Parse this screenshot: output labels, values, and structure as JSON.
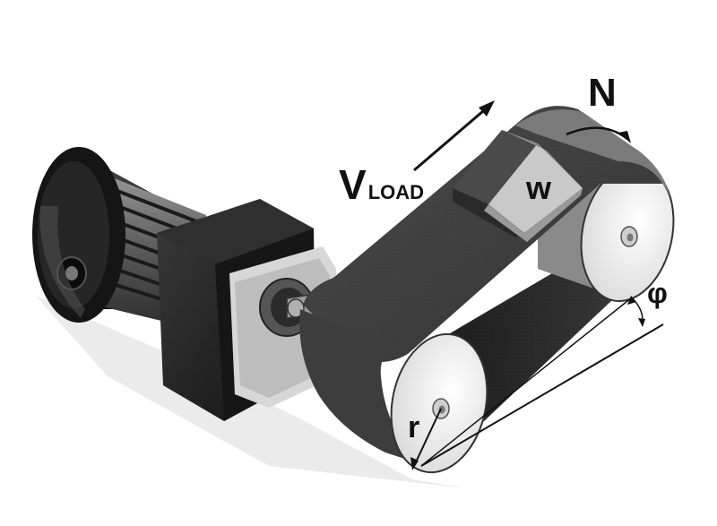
{
  "labels": {
    "speed_main": "V",
    "speed_sub": "LOAD",
    "rotation": "N",
    "weight": "w",
    "radius": "r",
    "angle": "φ"
  },
  "icons": {
    "speed": "arrow-icon",
    "rotation": "curved-arrow-icon"
  },
  "colors": {
    "belt": "#3a3a3a",
    "motor": "#1e1e1e",
    "pulley_face": "#f4f4f4",
    "block": "#6a6a6a",
    "label": "#111111"
  }
}
